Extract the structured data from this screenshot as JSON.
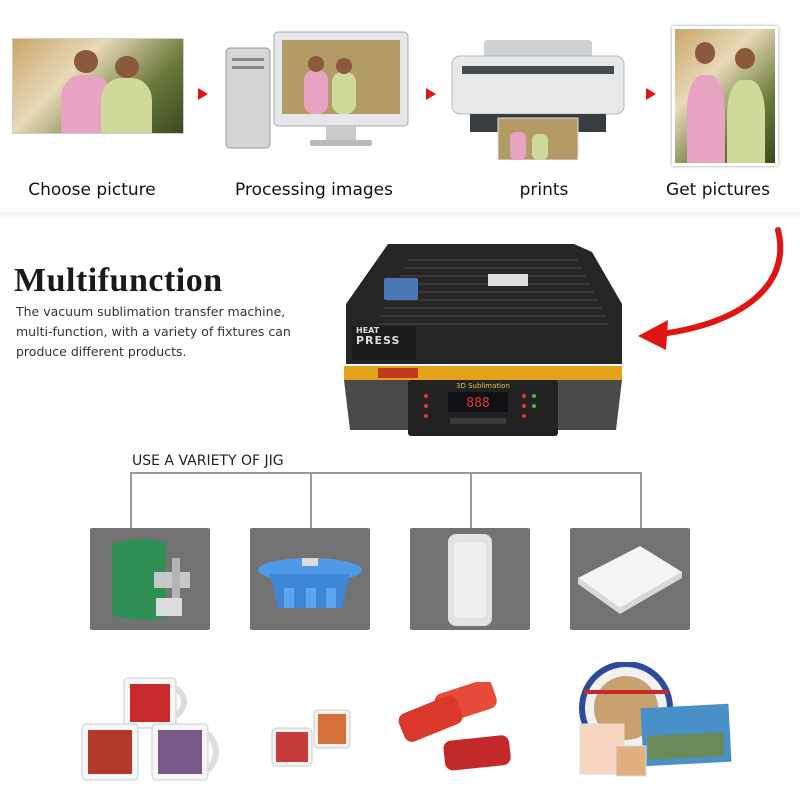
{
  "workflow": {
    "steps": [
      {
        "label": "Choose picture"
      },
      {
        "label": "Processing images"
      },
      {
        "label": "prints"
      },
      {
        "label": "Get pictures"
      }
    ]
  },
  "machine": {
    "brand_line1": "HEAT",
    "brand_line2": "PRESS",
    "display_label": "3D Sublimation"
  },
  "multifunction": {
    "title": "Multifunction",
    "description_line1": "The vacuum sublimation transfer machine,",
    "description_line2": "multi-function, with a variety of fixtures can",
    "description_line3": "produce different products."
  },
  "jigs": {
    "title": "USE A VARIETY OF JIG",
    "items": [
      {
        "icon": "mug-clamp-icon"
      },
      {
        "icon": "plate-jig-icon"
      },
      {
        "icon": "phone-case-jig-icon"
      },
      {
        "icon": "flat-sheet-jig-icon"
      }
    ]
  },
  "colors": {
    "accent": "#e01414",
    "jig_box": "#727272",
    "machine_body": "#2a2a2a"
  }
}
